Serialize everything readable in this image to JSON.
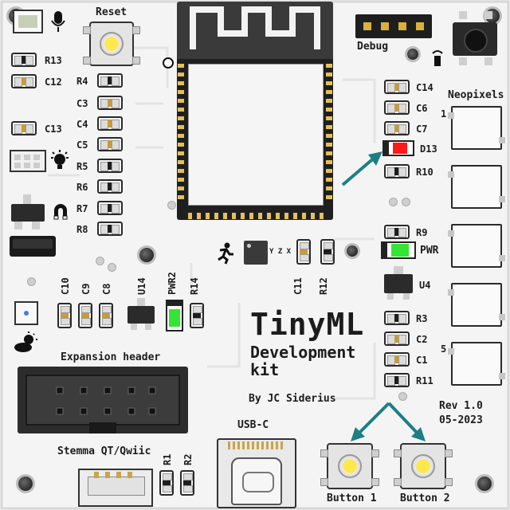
{
  "labels": {
    "reset": "Reset",
    "debug": "Debug",
    "neopixels": "Neopixels",
    "r13": "R13",
    "c12": "C12",
    "c13": "C13",
    "r4": "R4",
    "c3": "C3",
    "c4": "C4",
    "c5": "C5",
    "r5": "R5",
    "r6": "R6",
    "r7": "R7",
    "r8": "R8",
    "c14": "C14",
    "c6": "C6",
    "c7": "C7",
    "d13": "D13",
    "r10": "R10",
    "r9": "R9",
    "pwr": "PWR",
    "u4": "U4",
    "r3": "R3",
    "c2": "C2",
    "c1": "C1",
    "r11": "R11",
    "c10": "C10",
    "c9": "C9",
    "c8": "C8",
    "u14": "U14",
    "pwr2": "PWR2",
    "r14": "R14",
    "c11": "C11",
    "r12": "R12",
    "expansion": "Expansion header",
    "stemma": "Stemma QT/Qwiic",
    "r1": "R1",
    "r2": "R2",
    "usbc": "USB-C",
    "button1": "Button 1",
    "button2": "Button 2",
    "neo1": "1",
    "neo5": "5",
    "imu_axes": "Y Z X",
    "title": "TinyML",
    "subtitle1": "Development",
    "subtitle2": "kit",
    "author": "By JC Siderius",
    "rev": "Rev 1.0",
    "date": "05-2023"
  },
  "colors": {
    "board": "#f4f4f4",
    "arrow": "#1c7f86",
    "led_red": "#ff1a1a",
    "led_green": "#33e633",
    "button_cap": "#ffe84a",
    "cap_body": "#c89b3c"
  },
  "icons": [
    "microphone-icon",
    "light-bulb-icon",
    "magnet-icon",
    "runner-icon",
    "weather-icon",
    "ir-sensor-icon"
  ]
}
